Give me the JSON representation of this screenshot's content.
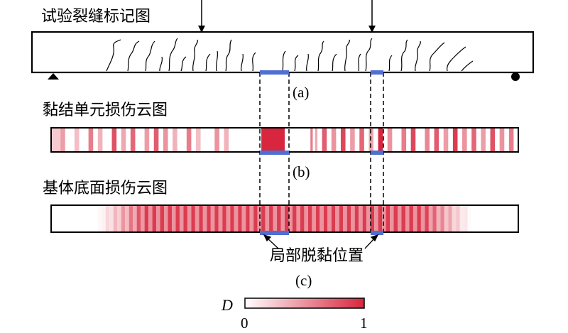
{
  "titles": {
    "crack_map": "试验裂缝标记图",
    "bond_damage": "黏结单元损伤云图",
    "base_damage": "基体底面损伤云图"
  },
  "panel_labels": {
    "a": "(a)",
    "b": "(b)",
    "c": "(c)"
  },
  "annotation": "局部脱黏位置",
  "colorbar": {
    "symbol": "D",
    "min_label": "0",
    "max_label": "1",
    "color_low": "#ffffff",
    "color_high": "#d7263d"
  },
  "colors": {
    "damage": "#d7263d",
    "debond_marker": "#4f6fd1",
    "outline": "#000000"
  },
  "bond_damage_levels": [
    {
      "from": 0.0,
      "to": 0.02,
      "d": 0.25
    },
    {
      "from": 0.02,
      "to": 0.03,
      "d": 0.45
    },
    {
      "from": 0.05,
      "to": 0.06,
      "d": 0.3
    },
    {
      "from": 0.08,
      "to": 0.09,
      "d": 0.6
    },
    {
      "from": 0.1,
      "to": 0.11,
      "d": 0.35
    },
    {
      "from": 0.13,
      "to": 0.14,
      "d": 0.8
    },
    {
      "from": 0.15,
      "to": 0.16,
      "d": 0.4
    },
    {
      "from": 0.17,
      "to": 0.18,
      "d": 0.7
    },
    {
      "from": 0.2,
      "to": 0.21,
      "d": 0.45
    },
    {
      "from": 0.22,
      "to": 0.23,
      "d": 0.75
    },
    {
      "from": 0.24,
      "to": 0.25,
      "d": 0.5
    },
    {
      "from": 0.26,
      "to": 0.27,
      "d": 0.35
    },
    {
      "from": 0.29,
      "to": 0.3,
      "d": 0.6
    },
    {
      "from": 0.31,
      "to": 0.32,
      "d": 0.3
    },
    {
      "from": 0.35,
      "to": 0.36,
      "d": 0.5
    },
    {
      "from": 0.37,
      "to": 0.38,
      "d": 0.35
    },
    {
      "from": 0.45,
      "to": 0.5,
      "d": 1.0
    },
    {
      "from": 0.555,
      "to": 0.56,
      "d": 0.6
    },
    {
      "from": 0.565,
      "to": 0.57,
      "d": 0.4
    },
    {
      "from": 0.58,
      "to": 0.59,
      "d": 0.75
    },
    {
      "from": 0.6,
      "to": 0.61,
      "d": 0.5
    },
    {
      "from": 0.62,
      "to": 0.63,
      "d": 0.85
    },
    {
      "from": 0.64,
      "to": 0.65,
      "d": 0.45
    },
    {
      "from": 0.66,
      "to": 0.67,
      "d": 0.7
    },
    {
      "from": 0.68,
      "to": 0.69,
      "d": 0.4
    },
    {
      "from": 0.7,
      "to": 0.71,
      "d": 1.0
    },
    {
      "from": 0.72,
      "to": 0.73,
      "d": 0.5
    },
    {
      "from": 0.75,
      "to": 0.76,
      "d": 0.6
    },
    {
      "from": 0.77,
      "to": 0.78,
      "d": 0.85
    },
    {
      "from": 0.8,
      "to": 0.81,
      "d": 0.55
    },
    {
      "from": 0.82,
      "to": 0.83,
      "d": 0.75
    },
    {
      "from": 0.84,
      "to": 0.85,
      "d": 0.45
    },
    {
      "from": 0.86,
      "to": 0.87,
      "d": 0.9
    },
    {
      "from": 0.88,
      "to": 0.89,
      "d": 0.5
    },
    {
      "from": 0.9,
      "to": 0.91,
      "d": 0.7
    },
    {
      "from": 0.92,
      "to": 0.93,
      "d": 0.45
    },
    {
      "from": 0.94,
      "to": 0.95,
      "d": 0.8
    },
    {
      "from": 0.96,
      "to": 0.97,
      "d": 0.5
    },
    {
      "from": 0.98,
      "to": 0.99,
      "d": 0.6
    }
  ],
  "base_damage_profile": {
    "start": 0.1,
    "full_start": 0.2,
    "full_end": 0.8,
    "end": 0.9,
    "peak": 0.9
  }
}
